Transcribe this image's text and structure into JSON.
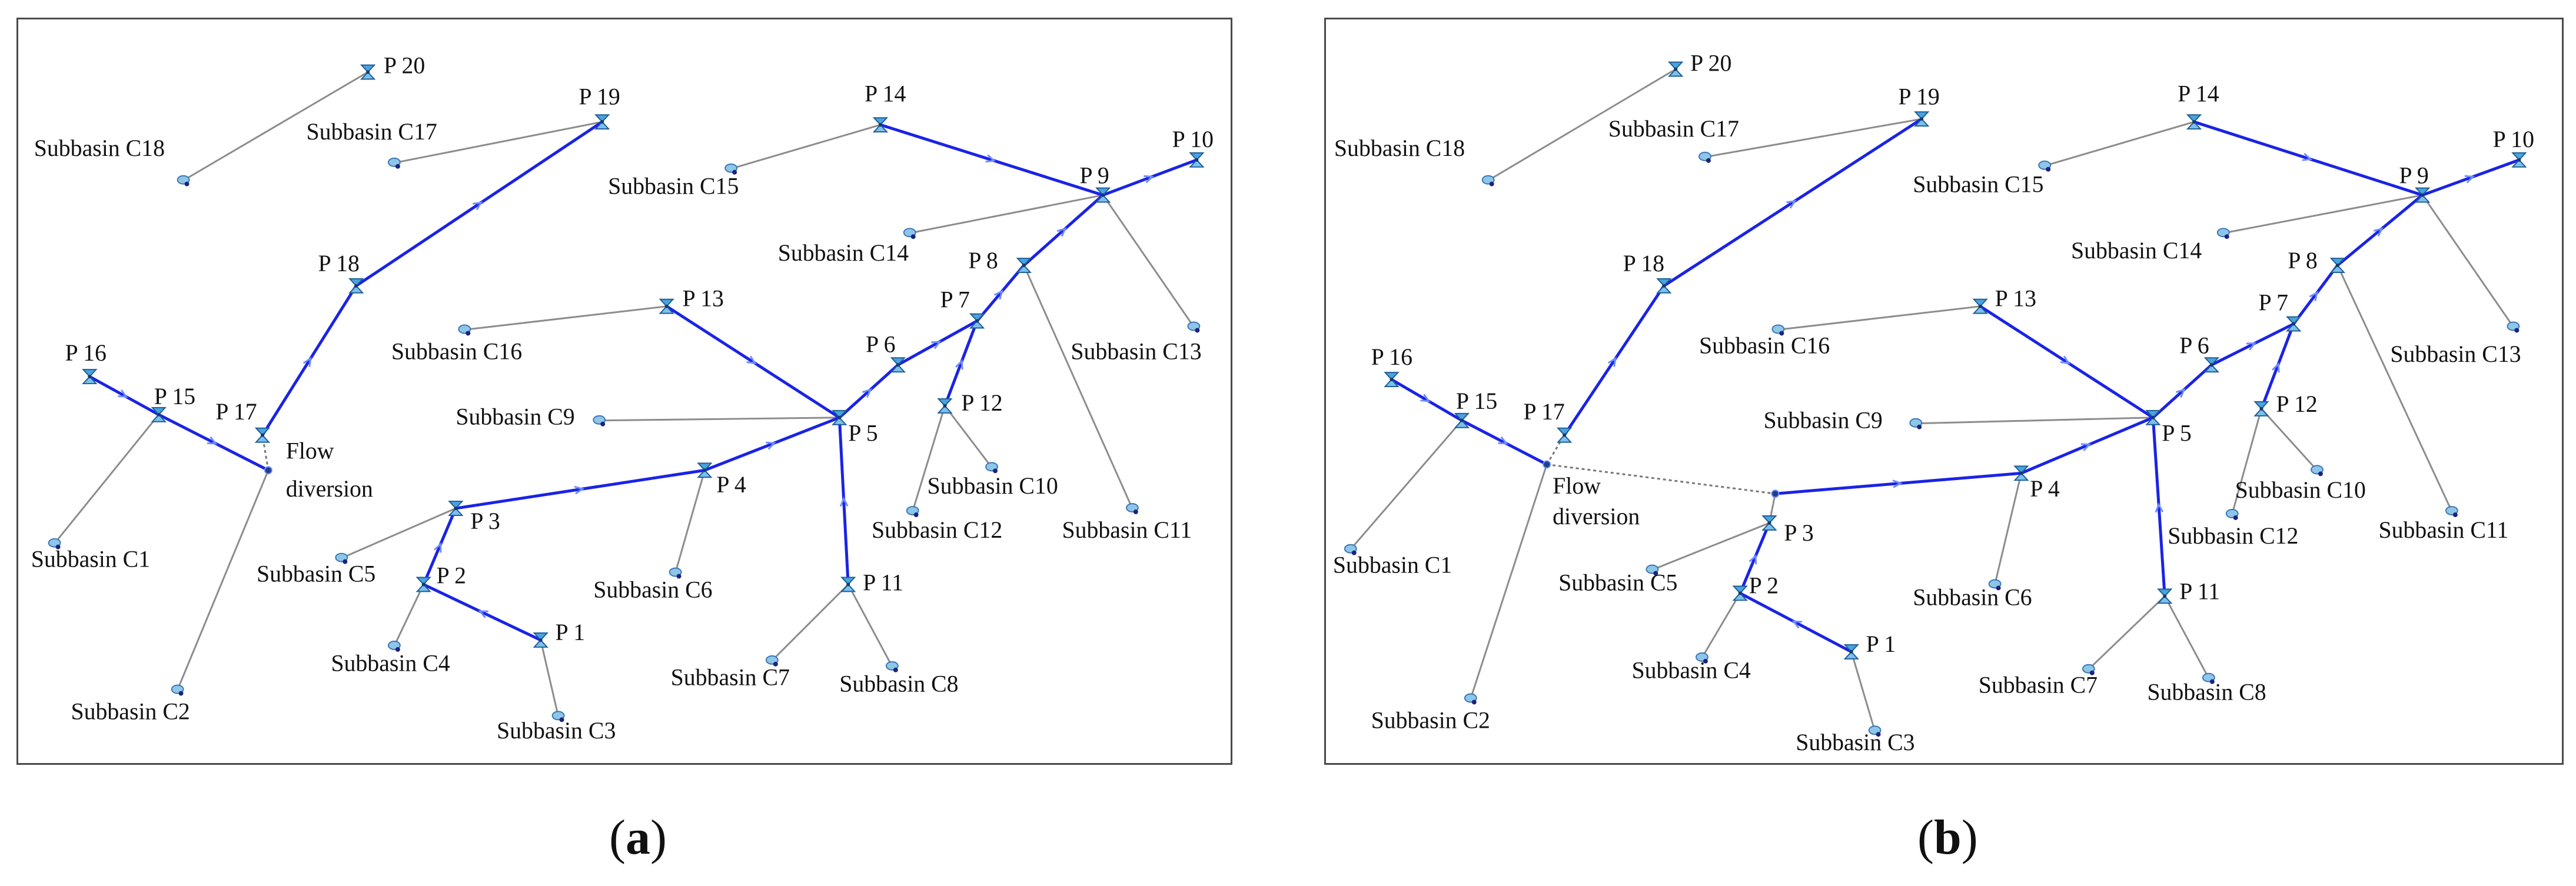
{
  "captions": {
    "a": "a",
    "b": "b"
  },
  "colors": {
    "reach": "#1a23e6",
    "link": "#8c8c8c",
    "diversion": "#777777",
    "arrow": "#6f8cff",
    "node": "#4aa3df"
  },
  "icons": {
    "junction": "junction-icon",
    "subbasin": "subbasin-icon"
  },
  "labels": {
    "P1": "P 1",
    "P2": "P 2",
    "P3": "P 3",
    "P4": "P 4",
    "P5": "P 5",
    "P6": "P 6",
    "P7": "P 7",
    "P8": "P 8",
    "P9": "P 9",
    "P10": "P 10",
    "P11": "P 11",
    "P12": "P 12",
    "P13": "P 13",
    "P14": "P 14",
    "P15": "P 15",
    "P16": "P 16",
    "P17": "P 17",
    "P18": "P 18",
    "P19": "P 19",
    "P20": "P 20",
    "C1": "Subbasin C1",
    "C2": "Subbasin C2",
    "C3": "Subbasin C3",
    "C4": "Subbasin C4",
    "C5": "Subbasin C5",
    "C6": "Subbasin C6",
    "C7": "Subbasin C7",
    "C8": "Subbasin C8",
    "C9": "Subbasin C9",
    "C10": "Subbasin C10",
    "C11": "Subbasin C11",
    "C12": "Subbasin C12",
    "C13": "Subbasin C13",
    "C14": "Subbasin C14",
    "C15": "Subbasin C15",
    "C16": "Subbasin C16",
    "C17": "Subbasin C17",
    "C18": "Subbasin C18",
    "FD": "Flow diversion"
  },
  "diagrams": [
    {
      "id": "a",
      "reaches": [
        [
          "P16",
          "P15"
        ],
        [
          "P15",
          "FD"
        ],
        [
          "P17",
          "P18"
        ],
        [
          "P18",
          "P19"
        ],
        [
          "P1",
          "P2"
        ],
        [
          "P2",
          "P3"
        ],
        [
          "P3",
          "P4"
        ],
        [
          "P4",
          "P5"
        ],
        [
          "P13",
          "P5"
        ],
        [
          "P11",
          "P5"
        ],
        [
          "P5",
          "P6"
        ],
        [
          "P6",
          "P7"
        ],
        [
          "P7",
          "P8"
        ],
        [
          "P12",
          "P7"
        ],
        [
          "P8",
          "P9"
        ],
        [
          "P14",
          "P9"
        ],
        [
          "P9",
          "P10"
        ]
      ],
      "links": [
        [
          "C1",
          "P15"
        ],
        [
          "C2",
          "FD"
        ],
        [
          "C3",
          "P1"
        ],
        [
          "C4",
          "P2"
        ],
        [
          "C5",
          "P3"
        ],
        [
          "C6",
          "P4"
        ],
        [
          "C7",
          "P11"
        ],
        [
          "C8",
          "P11"
        ],
        [
          "C9",
          "P5"
        ],
        [
          "C10",
          "P12"
        ],
        [
          "C11",
          "P8"
        ],
        [
          "C12",
          "P12"
        ],
        [
          "C13",
          "P9"
        ],
        [
          "C14",
          "P9"
        ],
        [
          "C15",
          "P14"
        ],
        [
          "C16",
          "P13"
        ],
        [
          "C17",
          "P19"
        ],
        [
          "C18",
          "P20"
        ]
      ],
      "diversions": [
        [
          "FD",
          "P17"
        ]
      ]
    },
    {
      "id": "b",
      "reaches": [
        [
          "P16",
          "P15"
        ],
        [
          "P15",
          "FD"
        ],
        [
          "P17",
          "P18"
        ],
        [
          "P18",
          "P19"
        ],
        [
          "P1",
          "P2"
        ],
        [
          "P2",
          "P3"
        ],
        [
          "J",
          "P4"
        ],
        [
          "P4",
          "P5"
        ],
        [
          "P13",
          "P5"
        ],
        [
          "P11",
          "P5"
        ],
        [
          "P5",
          "P6"
        ],
        [
          "P6",
          "P7"
        ],
        [
          "P7",
          "P8"
        ],
        [
          "P12",
          "P7"
        ],
        [
          "P8",
          "P9"
        ],
        [
          "P14",
          "P9"
        ],
        [
          "P9",
          "P10"
        ]
      ],
      "links": [
        [
          "C1",
          "P15"
        ],
        [
          "C2",
          "FD"
        ],
        [
          "C3",
          "P1"
        ],
        [
          "C4",
          "P2"
        ],
        [
          "C5",
          "P3"
        ],
        [
          "C6",
          "P4"
        ],
        [
          "C7",
          "P11"
        ],
        [
          "C8",
          "P11"
        ],
        [
          "C9",
          "P5"
        ],
        [
          "C10",
          "P12"
        ],
        [
          "C11",
          "P8"
        ],
        [
          "C12",
          "P12"
        ],
        [
          "C13",
          "P9"
        ],
        [
          "C14",
          "P9"
        ],
        [
          "C15",
          "P14"
        ],
        [
          "C16",
          "P13"
        ],
        [
          "C17",
          "P19"
        ],
        [
          "C18",
          "P20"
        ],
        [
          "P3",
          "J"
        ]
      ],
      "diversions": [
        [
          "FD",
          "P17"
        ],
        [
          "FD",
          "J"
        ]
      ]
    }
  ]
}
